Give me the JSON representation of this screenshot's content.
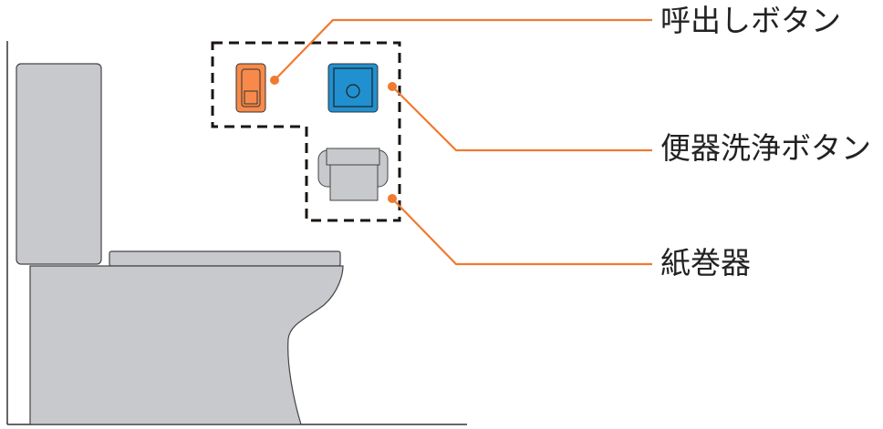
{
  "labels": {
    "call_button": "呼出しボタン",
    "flush_button": "便器洗浄ボタン",
    "paper_holder": "紙巻器"
  },
  "colors": {
    "leader": "#f07a30",
    "call_button": "#f78a4a",
    "flush_button": "#2090d0",
    "fixture_gray": "#c8c9cc"
  }
}
